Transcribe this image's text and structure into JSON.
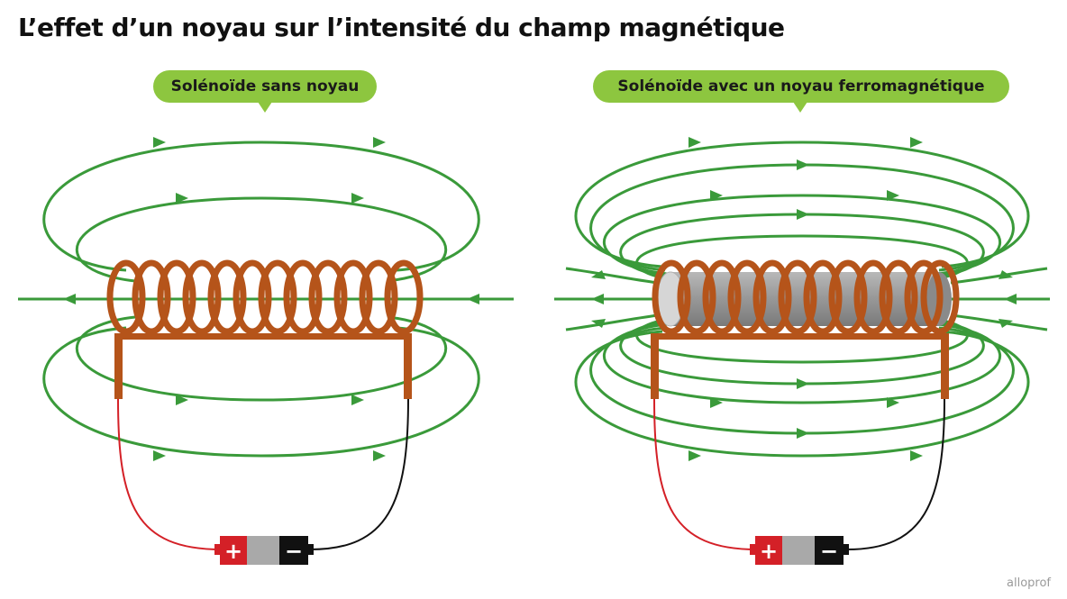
{
  "title": "L’effet d’un noyau sur l’intensité du champ magnétique",
  "panels": [
    {
      "label": "Solénoïde sans noyau"
    },
    {
      "label": "Solénoïde avec un noyau ferromagnétique"
    }
  ],
  "battery": {
    "positive": "+",
    "negative": "−"
  },
  "brand": "alloprof",
  "colors": {
    "field_line": "#3a9a3a",
    "coil": "#b5541a",
    "core": "#9e9e9e",
    "wire_positive": "#d42027",
    "wire_negative": "#111111",
    "callout": "#8dc63f"
  }
}
